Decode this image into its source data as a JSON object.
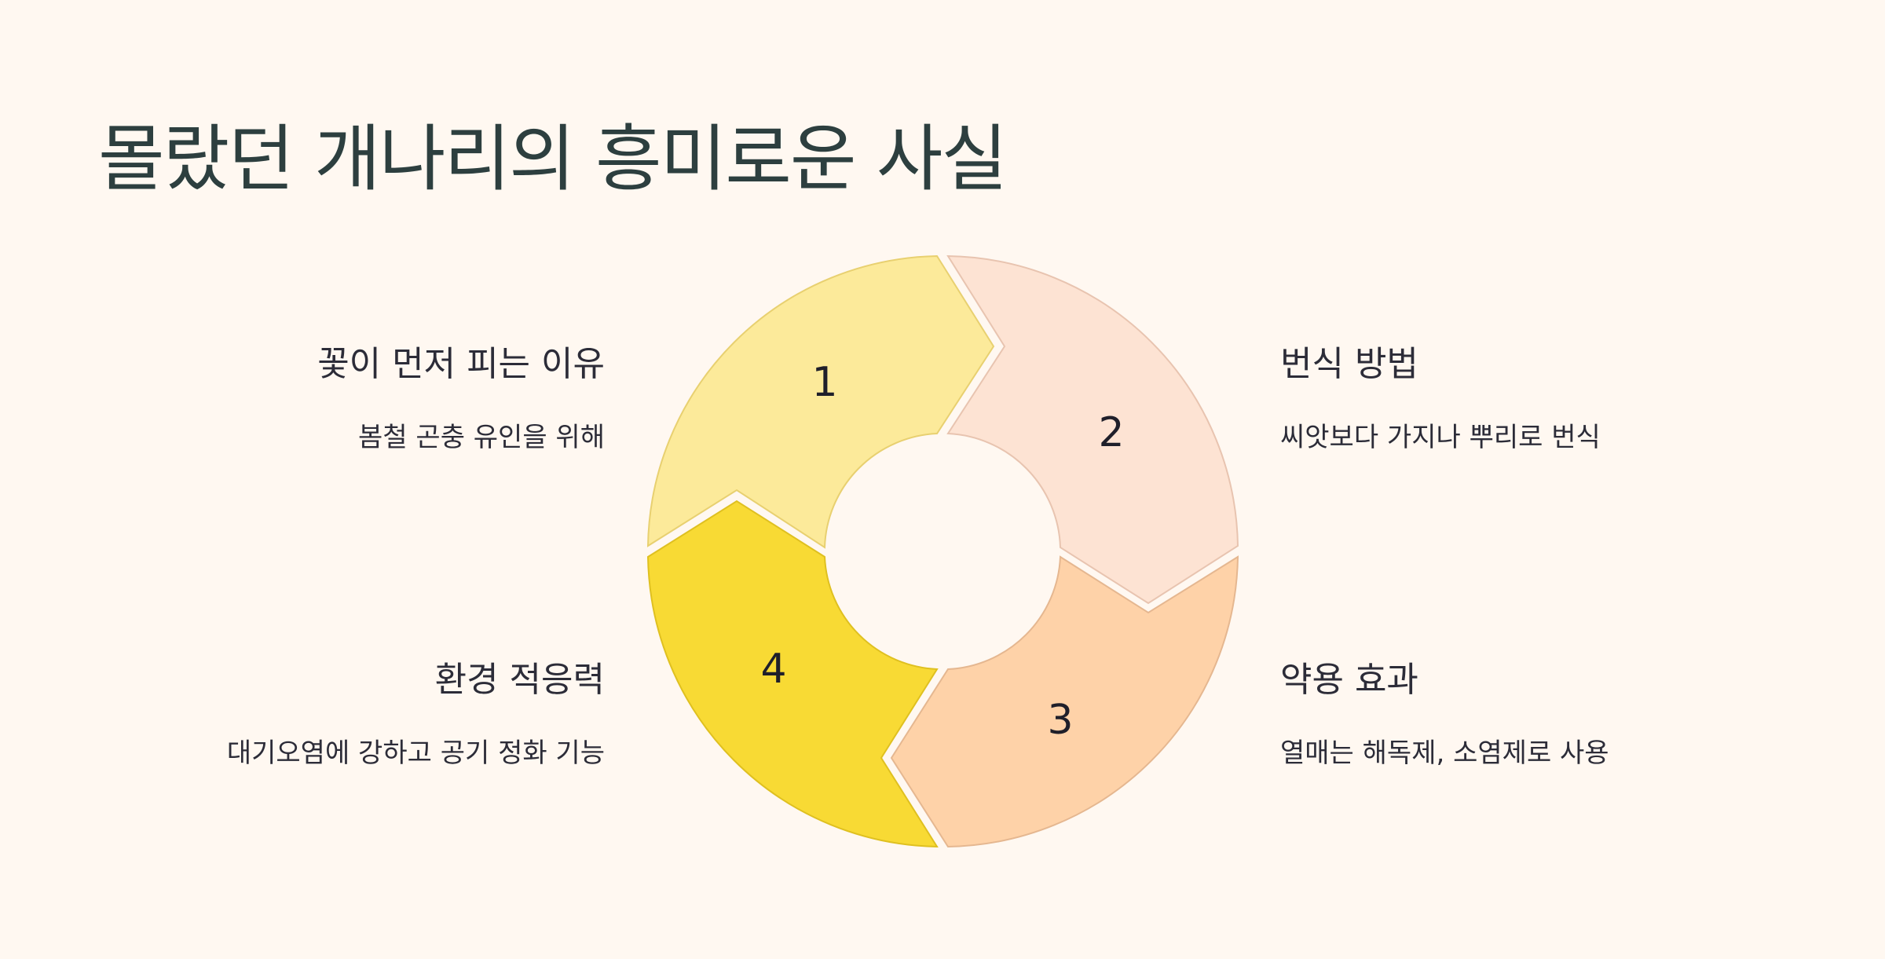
{
  "title": "몰랐던 개나리의 흥미로운 사실",
  "segments": [
    {
      "number": "1",
      "heading": "꽃이 먼저 피는 이유",
      "description": "봄철 곤충 유인을 위해",
      "color": "#fcea9a",
      "stroke": "#e8d070"
    },
    {
      "number": "2",
      "heading": "번식 방법",
      "description": "씨앗보다 가지나 뿌리로 번식",
      "color": "#fde3d3",
      "stroke": "#e8c4b0"
    },
    {
      "number": "3",
      "heading": "약용 효과",
      "description": "열매는 해독제, 소염제로 사용",
      "color": "#fed2a8",
      "stroke": "#e5b790"
    },
    {
      "number": "4",
      "heading": "환경 적응력",
      "description": "대기오염에 강하고 공기 정화 기능",
      "color": "#f8da34",
      "stroke": "#dfc020"
    }
  ]
}
